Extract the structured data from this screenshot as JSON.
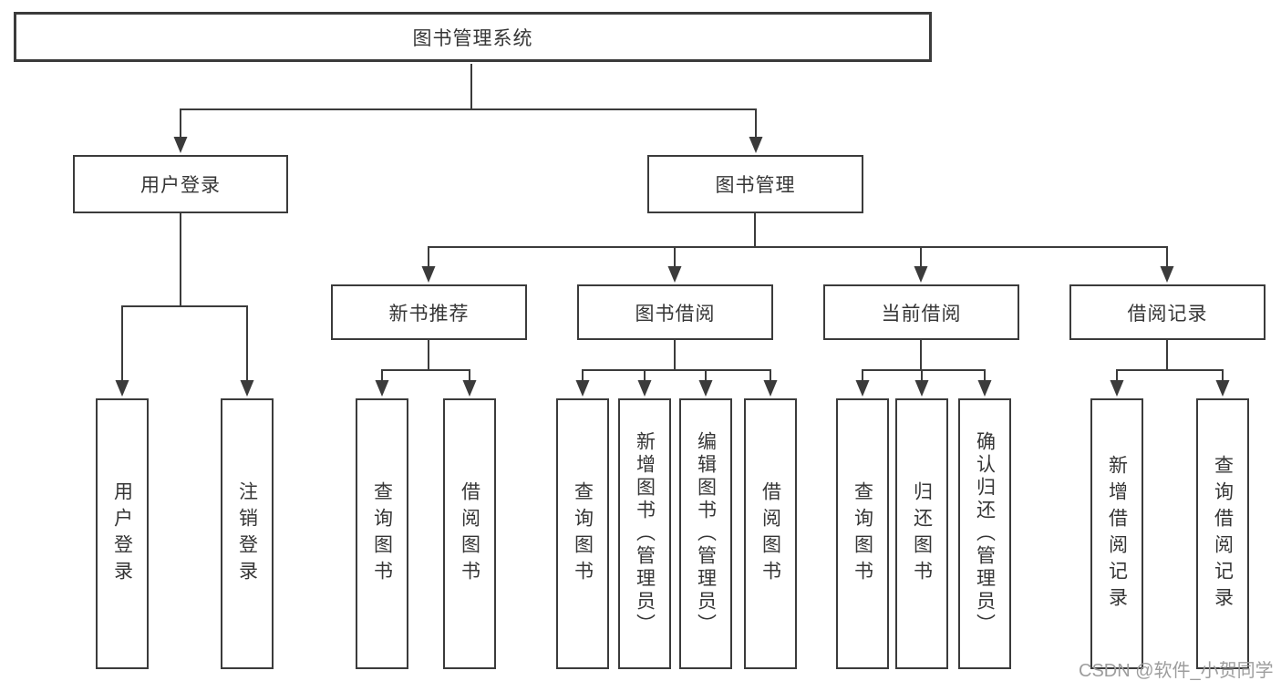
{
  "diagram": {
    "tree": {
      "root": {
        "label": "图书管理系统",
        "children": [
          {
            "label": "用户登录",
            "children": [
              {
                "label": "用户登录"
              },
              {
                "label": "注销登录"
              }
            ]
          },
          {
            "label": "图书管理",
            "children": [
              {
                "label": "新书推荐",
                "children": [
                  {
                    "label": "查询图书"
                  },
                  {
                    "label": "借阅图书"
                  }
                ]
              },
              {
                "label": "图书借阅",
                "children": [
                  {
                    "label": "查询图书"
                  },
                  {
                    "label": "新增图书（管理员）"
                  },
                  {
                    "label": "编辑图书（管理员）"
                  },
                  {
                    "label": "借阅图书"
                  }
                ]
              },
              {
                "label": "当前借阅",
                "children": [
                  {
                    "label": "查询图书"
                  },
                  {
                    "label": "归还图书"
                  },
                  {
                    "label": "确认归还（管理员）"
                  }
                ]
              },
              {
                "label": "借阅记录",
                "children": [
                  {
                    "label": "新增借阅记录"
                  },
                  {
                    "label": "查询借阅记录"
                  }
                ]
              }
            ]
          }
        ]
      }
    },
    "watermark": "CSDN @软件_小贺同学",
    "colors": {
      "line": "#3b3b3b",
      "text": "#363636",
      "watermark": "#9d9d9d",
      "background": "#ffffff"
    }
  }
}
